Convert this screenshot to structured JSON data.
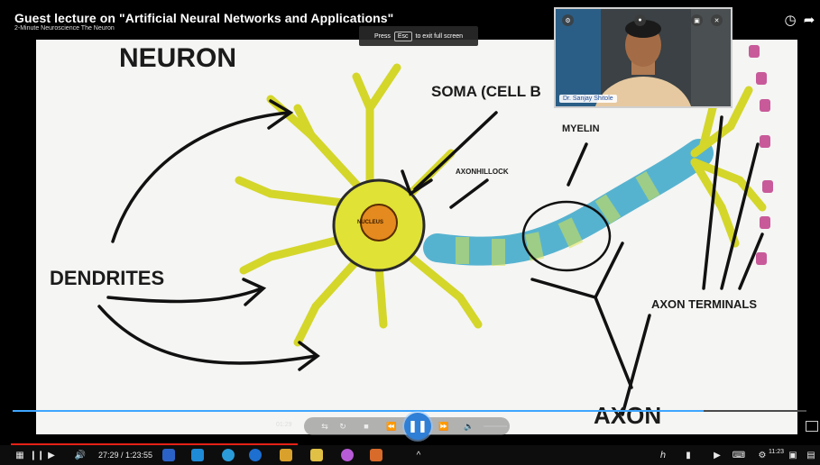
{
  "video": {
    "title": "Guest lecture on \"Artificial Neural Networks and Applications\"",
    "channel_caption": "2-Minute Neuroscience The Neuron",
    "fullscreen_hint_press": "Press",
    "fullscreen_hint_key": "Esc",
    "fullscreen_hint_rest": "to exit full screen"
  },
  "diagram": {
    "heading": "NEURON",
    "soma": "SOMA (CELL B",
    "myelin": "MYELIN",
    "axon_hillock": "AXONHILLOCK",
    "nucleus": "NUCLEUS",
    "dendrites": "DENDRITES",
    "axon_terminals": "AXON TERMINALS",
    "axon": "AXON"
  },
  "webcam": {
    "speaker_name": "Dr. Sanjay Shitole"
  },
  "player": {
    "current_time": "01:29",
    "progress_fraction": 0.87,
    "controls": [
      "shuffle",
      "repeat",
      "stop",
      "previous",
      "pause",
      "next",
      "volume"
    ],
    "accent_color": "#3ea6ff",
    "pause_color": "#2f7fd6"
  },
  "taskbar": {
    "playback_time": "27:29 / 1:23:55",
    "clock_time": "11:23",
    "youtube_progress_color": "#e62117",
    "tray_chevron": "^"
  }
}
